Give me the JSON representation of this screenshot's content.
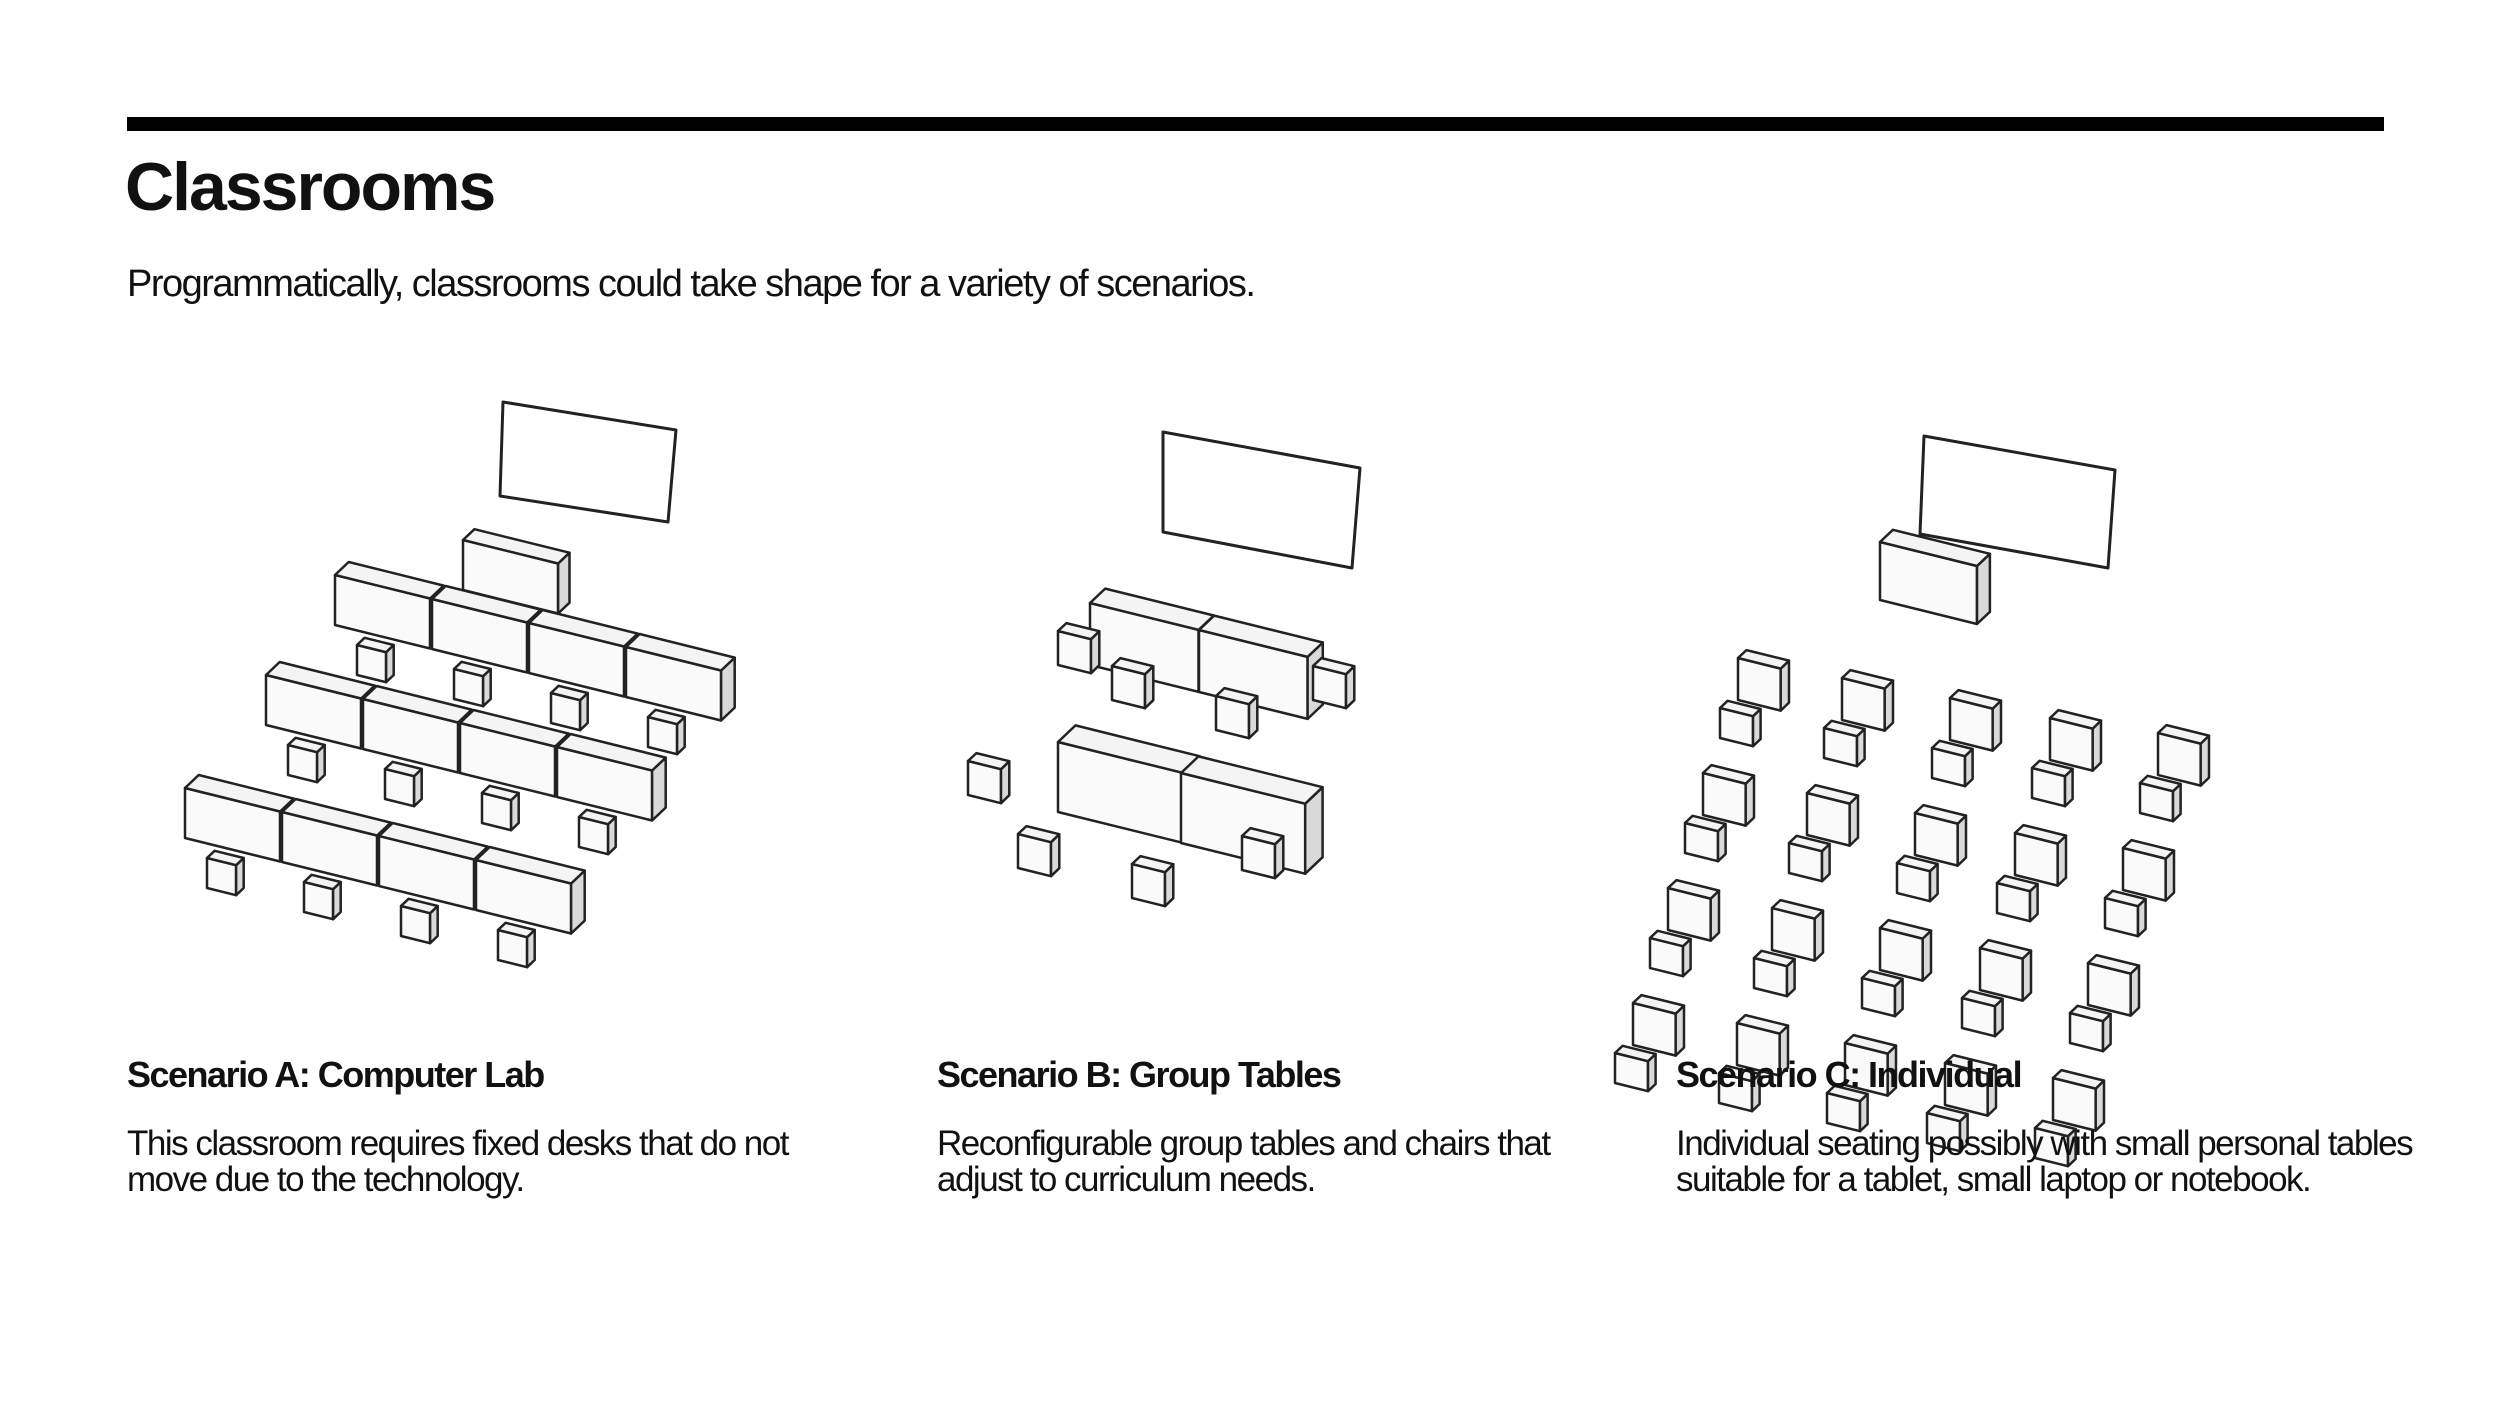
{
  "header": {
    "title": "Classrooms",
    "subtitle": "Programmatically, classrooms could take shape for a variety of scenarios."
  },
  "scenarios": [
    {
      "title": "Scenario A: Computer Lab",
      "description": "This classroom requires fixed desks that do not move due to the technology."
    },
    {
      "title": "Scenario B: Group Tables",
      "description": "Reconfigurable group tables and chairs that adjust to curriculum needs."
    },
    {
      "title": "Scenario C: Individual",
      "description": "Individual seating possibly with small personal tables suitable for a tablet, small laptop or notebook."
    }
  ],
  "colors": {
    "rule": "#000000",
    "top_face": "#f4f4f4",
    "left_face": "#fafafa",
    "right_face": "#d9d9d9",
    "outline": "#222222"
  }
}
